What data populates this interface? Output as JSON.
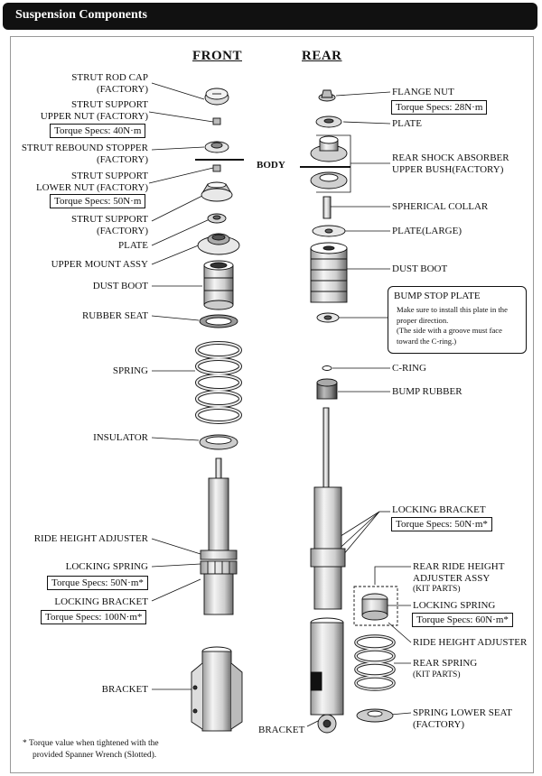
{
  "header": {
    "title": "Suspension Components"
  },
  "columns": {
    "front": "FRONT",
    "rear": "REAR"
  },
  "body_label": "BODY",
  "front_labels": {
    "strut_rod_cap": [
      "STRUT ROD CAP",
      "(FACTORY)"
    ],
    "strut_support_upper_nut": [
      "STRUT SUPPORT",
      "UPPER NUT (FACTORY)"
    ],
    "torque_40": "Torque Specs: 40N·m",
    "strut_rebound_stopper": [
      "STRUT REBOUND STOPPER",
      "(FACTORY)"
    ],
    "strut_support_lower_nut": [
      "STRUT SUPPORT",
      "LOWER NUT (FACTORY)"
    ],
    "torque_50": "Torque Specs: 50N·m",
    "strut_support": [
      "STRUT SUPPORT",
      "(FACTORY)"
    ],
    "plate": "PLATE",
    "upper_mount_assy": "UPPER MOUNT ASSY",
    "dust_boot": "DUST BOOT",
    "rubber_seat": "RUBBER SEAT",
    "spring": "SPRING",
    "insulator": "INSULATOR",
    "ride_height_adjuster": "RIDE HEIGHT ADJUSTER",
    "locking_spring": "LOCKING SPRING",
    "torque_50_star": "Torque Specs: 50N·m*",
    "locking_bracket": "LOCKING BRACKET",
    "torque_100_star": "Torque Specs: 100N·m*",
    "bracket": "BRACKET"
  },
  "rear_labels": {
    "flange_nut": "FLANGE NUT",
    "torque_28": "Torque Specs: 28N·m",
    "plate": "PLATE",
    "rear_shock_upper_bush": [
      "REAR SHOCK ABSORBER",
      "UPPER BUSH(FACTORY)"
    ],
    "spherical_collar": "SPHERICAL COLLAR",
    "plate_large": "PLATE(LARGE)",
    "dust_boot": "DUST BOOT",
    "bump_stop_plate": {
      "title": "BUMP STOP PLATE",
      "lines": [
        "Make sure to install this plate in the",
        "proper direction.",
        "(The side with a groove must face",
        "toward the C-ring.)"
      ]
    },
    "c_ring": "C-RING",
    "bump_rubber": "BUMP RUBBER",
    "locking_bracket": "LOCKING BRACKET",
    "torque_50_star": "Torque Specs: 50N·m*",
    "rear_ride_height_adjuster_assy": [
      "REAR RIDE HEIGHT",
      "ADJUSTER ASSY",
      "(KIT PARTS)"
    ],
    "locking_spring": "LOCKING SPRING",
    "torque_60_star": "Torque Specs: 60N·m*",
    "ride_height_adjuster": "RIDE HEIGHT ADJUSTER",
    "rear_spring": [
      "REAR SPRING",
      "(KIT PARTS)"
    ],
    "spring_lower_seat": [
      "SPRING LOWER SEAT",
      "(FACTORY)"
    ],
    "bracket": "BRACKET"
  },
  "footnote": [
    "* Torque value when tightened with the",
    "provided Spanner Wrench (Slotted)."
  ]
}
